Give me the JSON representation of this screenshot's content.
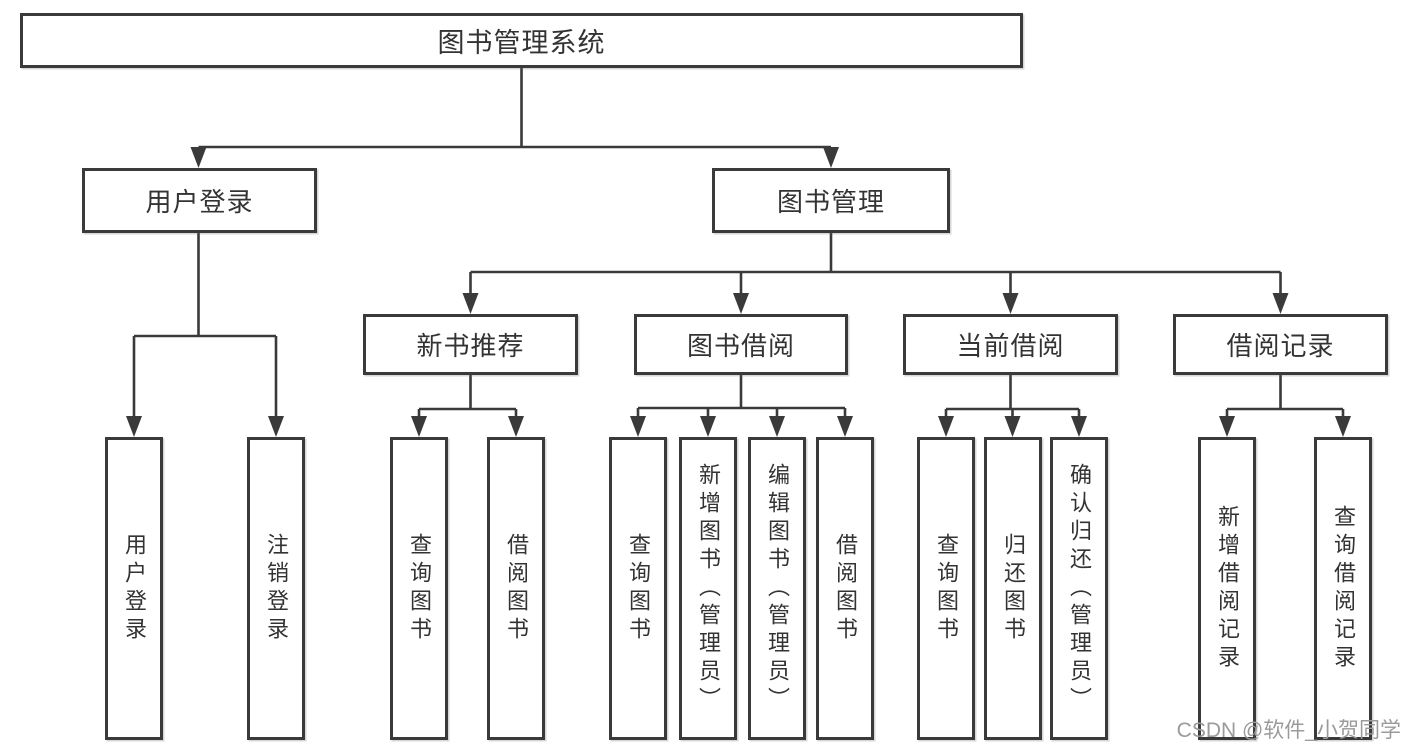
{
  "tree": {
    "root": "图书管理系统",
    "branches": [
      {
        "label": "用户登录",
        "children": [
          "用户登录",
          "注销登录"
        ]
      },
      {
        "label": "图书管理",
        "sections": [
          {
            "label": "新书推荐",
            "children": [
              "查询图书",
              "借阅图书"
            ]
          },
          {
            "label": "图书借阅",
            "children": [
              "查询图书",
              "新增图书（管理员）",
              "编辑图书（管理员）",
              "借阅图书"
            ]
          },
          {
            "label": "当前借阅",
            "children": [
              "查询图书",
              "归还图书",
              "确认归还（管理员）"
            ]
          },
          {
            "label": "借阅记录",
            "children": [
              "新增借阅记录",
              "查询借阅记录"
            ]
          }
        ]
      }
    ]
  },
  "watermark": "CSDN @软件_小贺同学",
  "colors": {
    "line": "#3a3a3a",
    "text": "#333333",
    "watermark": "#9b9b9b",
    "background": "#ffffff"
  }
}
